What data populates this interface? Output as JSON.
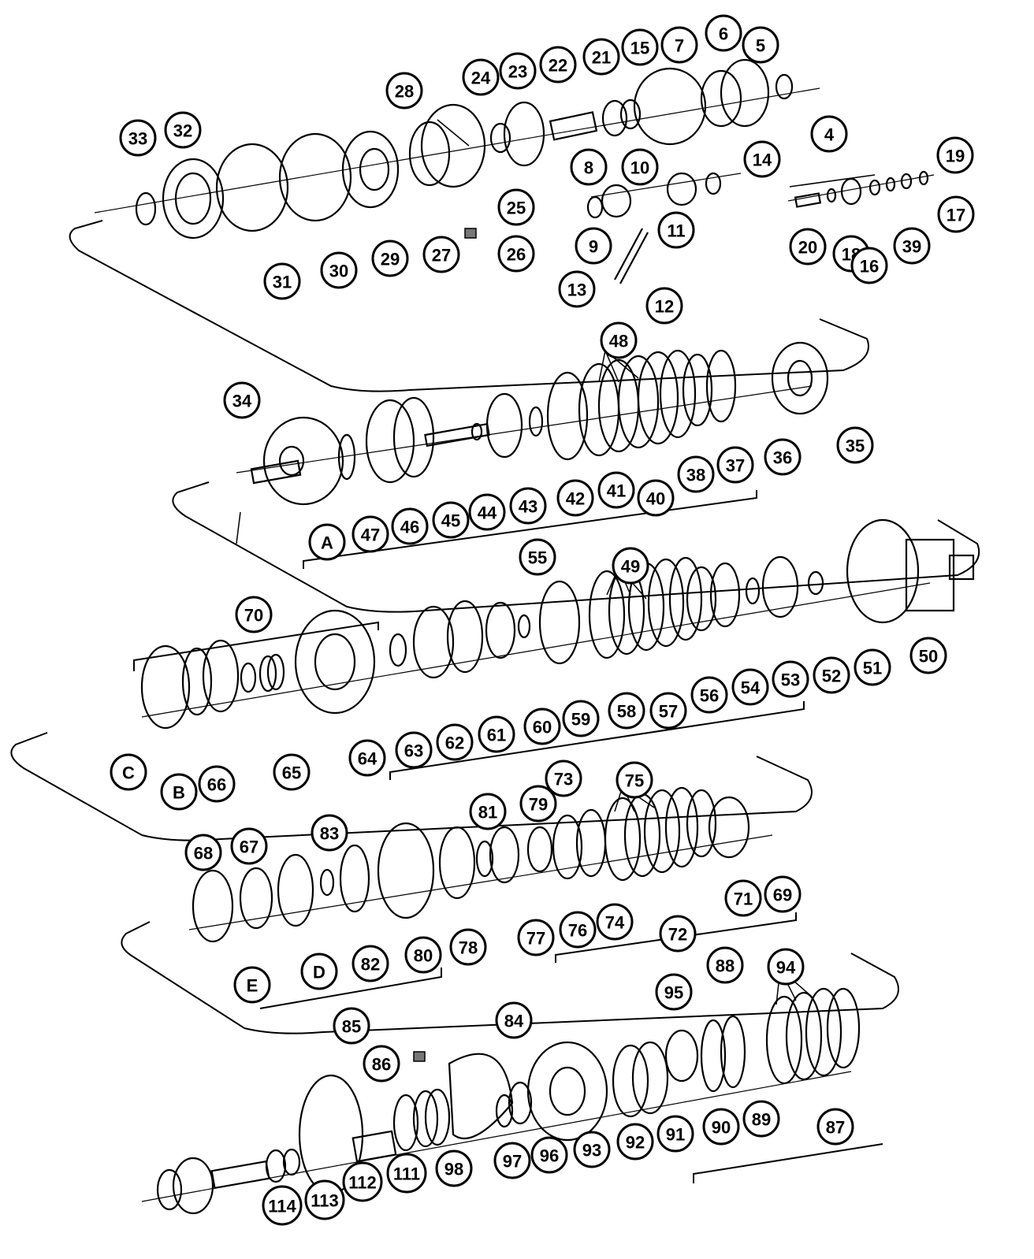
{
  "diagram": {
    "type": "exploded-parts-diagram",
    "callout_labels": [
      "4",
      "5",
      "6",
      "7",
      "15",
      "21",
      "22",
      "23",
      "24",
      "28",
      "32",
      "33",
      "31",
      "30",
      "29",
      "27",
      "26",
      "25",
      "8",
      "9",
      "10",
      "11",
      "13",
      "12",
      "14",
      "19",
      "20",
      "18",
      "16",
      "17",
      "39",
      "48",
      "34",
      "35",
      "36",
      "37",
      "38",
      "40",
      "41",
      "42",
      "43",
      "44",
      "45",
      "46",
      "47",
      "A",
      "55",
      "49",
      "50",
      "51",
      "52",
      "53",
      "54",
      "56",
      "57",
      "58",
      "59",
      "60",
      "61",
      "62",
      "63",
      "64",
      "65",
      "66",
      "B",
      "C",
      "70",
      "73",
      "75",
      "79",
      "81",
      "83",
      "67",
      "68",
      "69",
      "71",
      "72",
      "74",
      "76",
      "77",
      "78",
      "80",
      "82",
      "D",
      "E",
      "85",
      "88",
      "94",
      "95",
      "84",
      "86",
      "87",
      "89",
      "90",
      "91",
      "92",
      "93",
      "96",
      "97",
      "98",
      "111",
      "112",
      "113",
      "114"
    ]
  }
}
